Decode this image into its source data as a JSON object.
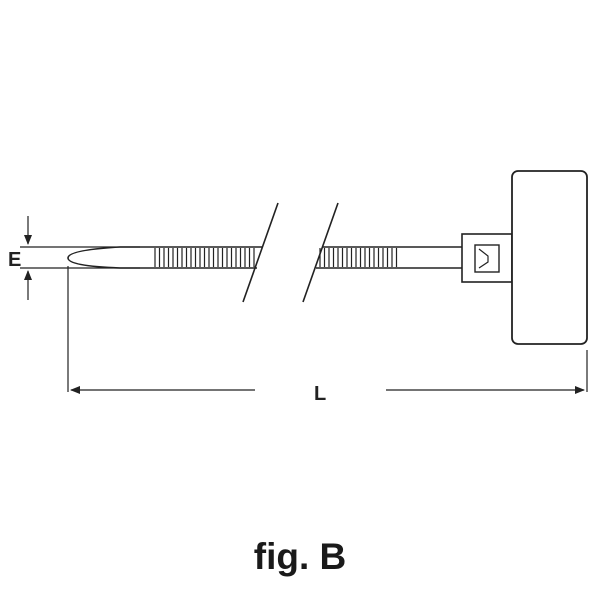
{
  "dimensions": {
    "height_label": "E",
    "length_label": "L"
  },
  "caption": "fig. B",
  "colors": {
    "line": "#222222",
    "background": "#ffffff"
  }
}
